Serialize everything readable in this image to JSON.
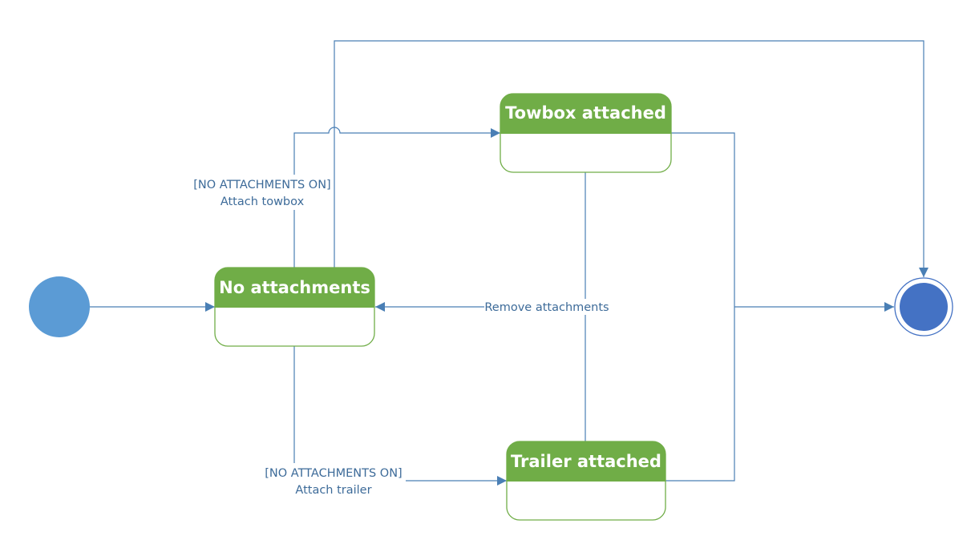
{
  "states": {
    "no_attachments": "No attachments",
    "towbox_attached": "Towbox attached",
    "trailer_attached": "Trailer attached"
  },
  "transitions": {
    "attach_towbox_guard": "[NO ATTACHMENTS ON]",
    "attach_towbox_action": "Attach towbox",
    "attach_trailer_guard": "[NO ATTACHMENTS ON]",
    "attach_trailer_action": "Attach trailer",
    "remove_attachments": "Remove attachments"
  },
  "colors": {
    "state_header": "#70ad47",
    "connector": "#4a7fb5",
    "initial_node": "#5b9bd5",
    "final_node": "#4472c4"
  }
}
